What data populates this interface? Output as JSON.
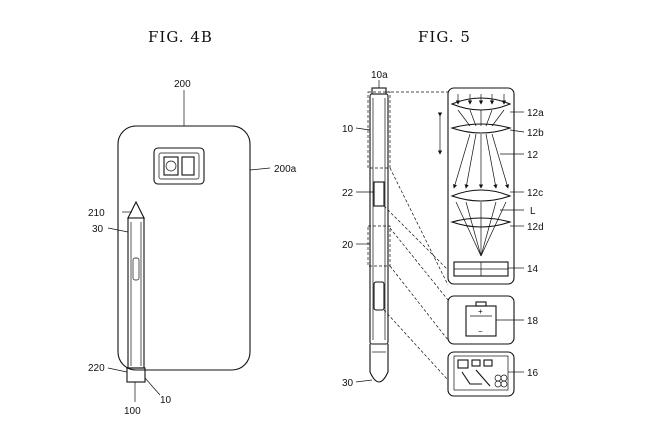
{
  "figures": {
    "fig4b": {
      "title": "FIG. 4B",
      "labels": {
        "device": "200",
        "back_panel": "200a",
        "pen_tip_cap": "210",
        "pen": "30",
        "pen_base": "220",
        "pen_end": "10",
        "bottom": "100"
      }
    },
    "fig5": {
      "title": "FIG. 5",
      "labels": {
        "tip_window": "10a",
        "pen_body": "10",
        "lens_a": "12a",
        "lens_b": "12b",
        "lens_group": "12",
        "lens_c": "12c",
        "light": "L",
        "lens_d": "12d",
        "window_module": "22",
        "battery_section": "20",
        "sensor": "14",
        "battery": "18",
        "circuit_board": "16",
        "pen_tip": "30"
      }
    }
  }
}
